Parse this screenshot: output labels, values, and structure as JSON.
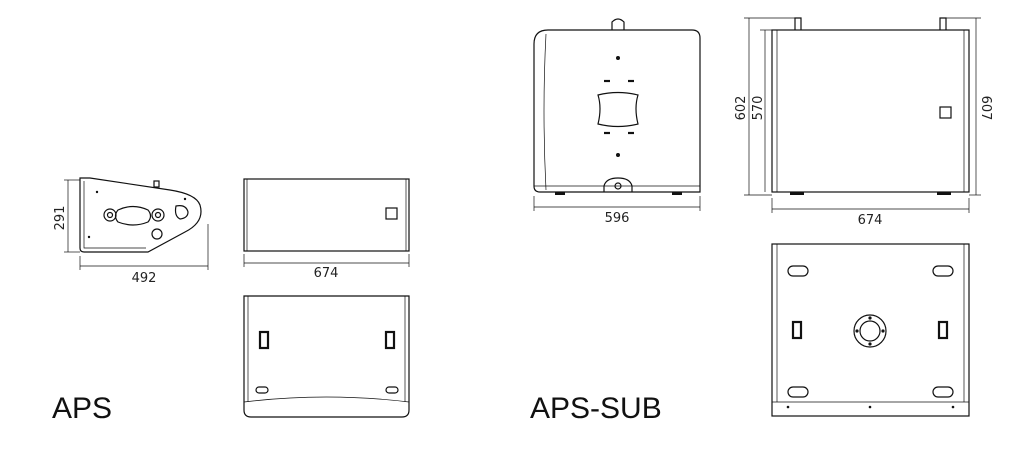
{
  "models": {
    "aps": {
      "label": "APS"
    },
    "aps_sub": {
      "label": "APS-SUB"
    }
  },
  "dimensions": {
    "aps_side_height": "291",
    "aps_side_depth": "492",
    "aps_front_width": "674",
    "sub_side_depth": "596",
    "sub_front_height_outer": "602",
    "sub_front_height_inner": "570",
    "sub_front_height_right": "607",
    "sub_front_width": "674"
  }
}
